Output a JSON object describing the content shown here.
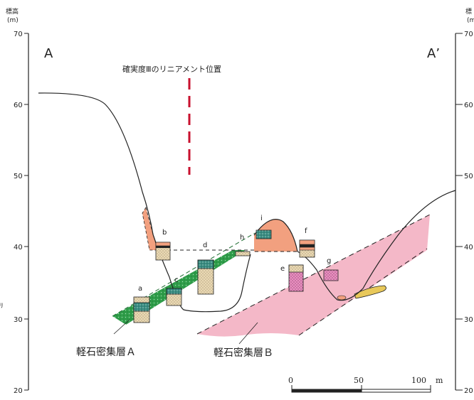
{
  "left_axis": {
    "title_line1": "標高",
    "title_line2": "(m)",
    "ticks": [
      "70",
      "60",
      "50",
      "40",
      "30",
      "20"
    ]
  },
  "right_axis": {
    "title_line1": "標",
    "title_line2": "(m",
    "ticks": [
      "70",
      "60",
      "50",
      "40",
      "30",
      "20"
    ]
  },
  "section": {
    "start_label": "A",
    "end_label": "A’"
  },
  "lineament": {
    "label": "確実度Ⅲのリニアメント位置",
    "color": "#c8102e"
  },
  "columns": [
    "a",
    "b",
    "c",
    "d",
    "e",
    "f",
    "g",
    "h",
    "i"
  ],
  "layers": {
    "layer_a": {
      "label": "軽石密集層Ａ",
      "color": "#2f9e4a"
    },
    "layer_b": {
      "label": "軽石密集層Ｂ",
      "color": "#f4b8c8"
    }
  },
  "fill_colors": {
    "salmon": "#f2a07f",
    "tan": "#ead9b4",
    "teal": "#3a8d82",
    "yellow": "#e8c85a"
  },
  "left_edge_mark": "ﾘ",
  "scale_bar": {
    "ticks": [
      "0",
      "50",
      "100"
    ],
    "unit": "m"
  }
}
